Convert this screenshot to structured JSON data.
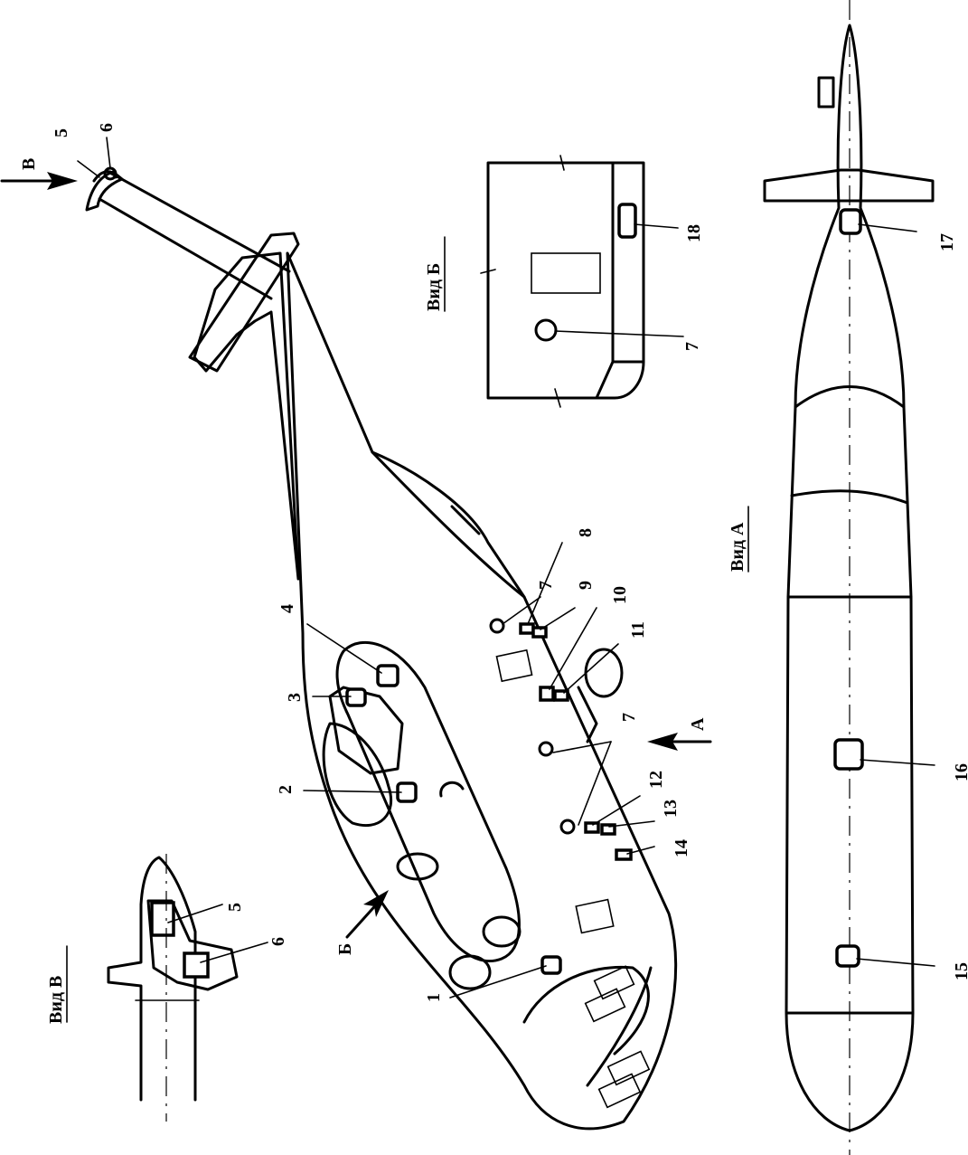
{
  "views": {
    "view_a": "Вид А",
    "view_b": "Вид Б",
    "view_v": "Вид В"
  },
  "arrows": {
    "a": "А",
    "b": "Б",
    "v": "В"
  },
  "callouts": {
    "n1": "1",
    "n2": "2",
    "n3": "3",
    "n4": "4",
    "n5": "5",
    "n6": "6",
    "n7": "7",
    "n8": "8",
    "n9": "9",
    "n10": "10",
    "n11": "11",
    "n12": "12",
    "n13": "13",
    "n14": "14",
    "n15": "15",
    "n16": "16",
    "n17": "17",
    "n18": "18"
  }
}
